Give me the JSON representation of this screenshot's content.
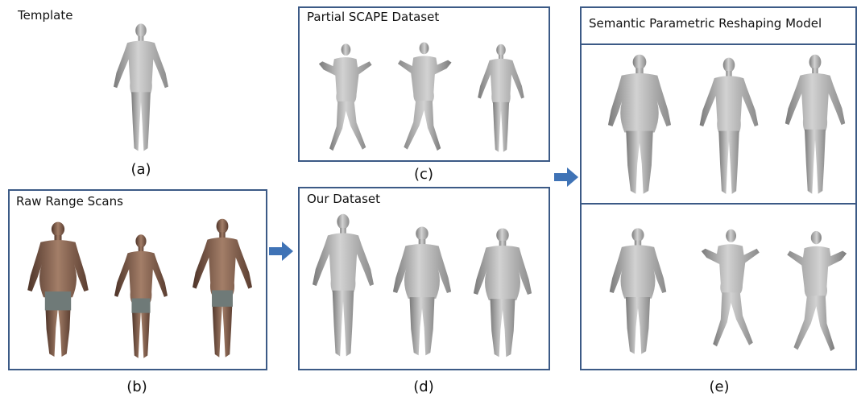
{
  "panels": {
    "a": {
      "title": "Template",
      "caption": "(a)"
    },
    "b": {
      "title": "Raw Range Scans",
      "caption": "(b)"
    },
    "c": {
      "title": "Partial SCAPE Dataset",
      "caption": "(c)"
    },
    "d": {
      "title": "Our Dataset",
      "caption": "(d)"
    },
    "e": {
      "title": "Semantic Parametric Reshaping Model",
      "caption": "(e)"
    }
  },
  "colors": {
    "frame": "#3c5a86",
    "arrow": "#3f73b6",
    "mesh": "#a9a9a9",
    "mesh_dark": "#7d7d7d",
    "skin": "#8a6a58",
    "shorts": "#6f7a78"
  },
  "icons": [
    "right-arrow-icon",
    "right-arrow-icon"
  ]
}
